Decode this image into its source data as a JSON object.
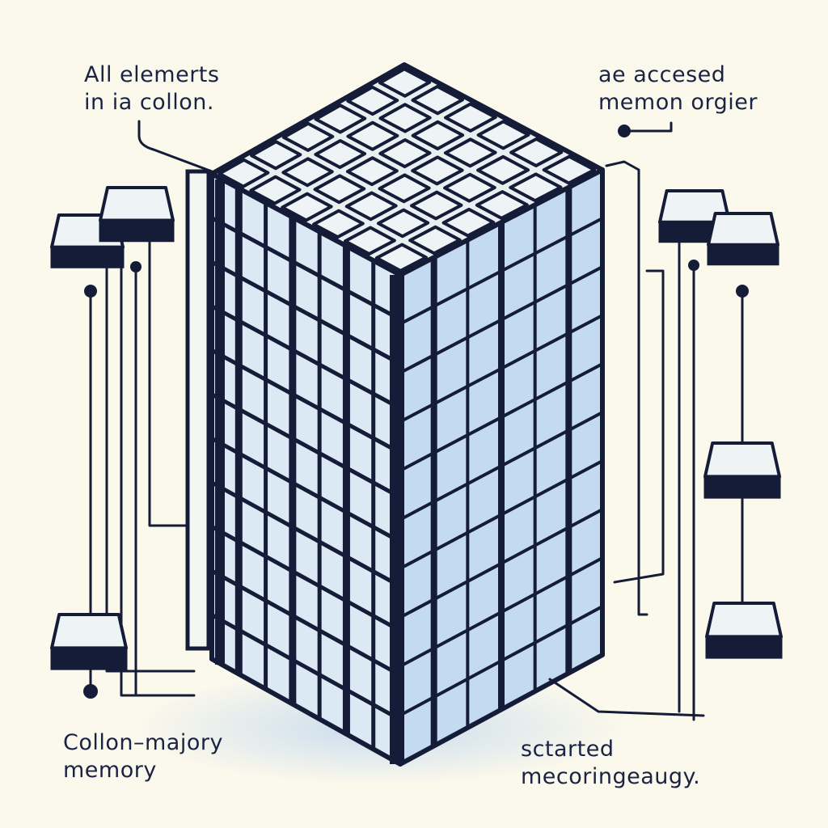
{
  "labels": {
    "top_left": {
      "line1": "All elemerts",
      "line2": "in ia collon."
    },
    "top_right": {
      "line1": "ae accesed",
      "line2": "memon orgier"
    },
    "bottom_left": {
      "line1": "Collon–majory",
      "line2": "memory"
    },
    "bottom_right": {
      "line1": "sctarted",
      "line2": "mecoringeaugy."
    }
  },
  "colors": {
    "background": "#fbf8ec",
    "ink": "#141c38",
    "cell_light": "#dbe9f5",
    "cell_mid": "#b6d2ee",
    "cell_top": "#eef4f6",
    "glow": "#9fc6f0"
  }
}
